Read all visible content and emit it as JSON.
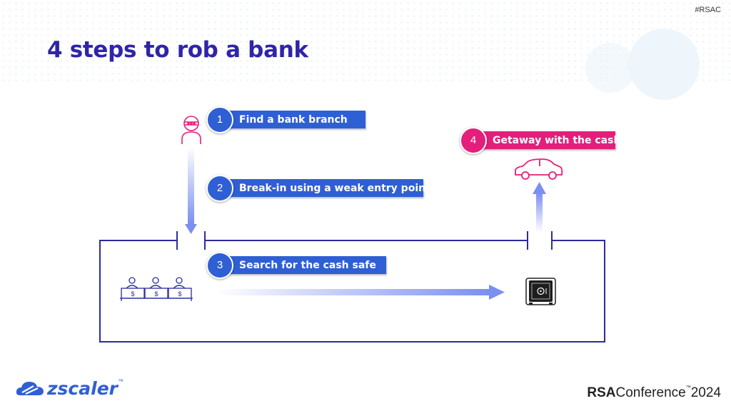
{
  "slide": {
    "hashtag": "#RSAC",
    "title": "4 steps to rob a bank"
  },
  "steps": [
    {
      "number": "1",
      "label": "Find a bank branch",
      "color": "#2f5fd4"
    },
    {
      "number": "2",
      "label": "Break-in using a weak entry point",
      "color": "#2f5fd4"
    },
    {
      "number": "3",
      "label": "Search for the cash safe",
      "color": "#2f5fd4"
    },
    {
      "number": "4",
      "label": "Getaway with the cash",
      "color": "#e41f7b"
    }
  ],
  "icons": [
    "robber-icon",
    "car-icon",
    "bank-tellers-icon",
    "safe-icon"
  ],
  "teller_symbol": "$",
  "brand": {
    "zscaler": "zscaler",
    "zscaler_tm": "™",
    "rsa_bold": "RSA",
    "rsa_rest": "Conference",
    "rsa_tm": "™",
    "rsa_year": "2024"
  },
  "colors": {
    "title": "#2f25a8",
    "accent_blue": "#2f5fd4",
    "accent_pink": "#e41f7b",
    "building": "#2b2c9e"
  }
}
